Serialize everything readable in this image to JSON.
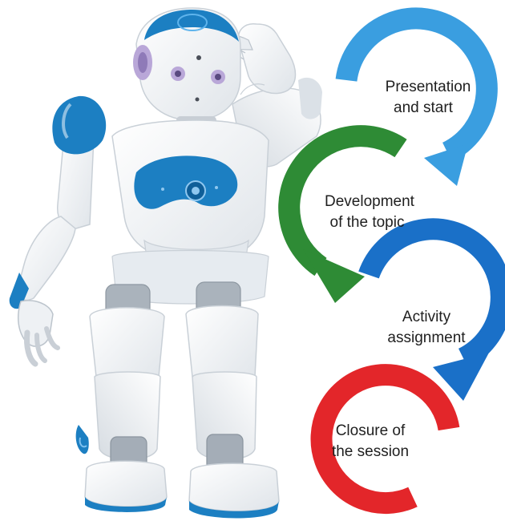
{
  "steps": [
    {
      "line1": "Presentation",
      "line2": "and start",
      "color": "#3a9ee0"
    },
    {
      "line1": "Development",
      "line2": "of the topic",
      "color": "#2e8b35"
    },
    {
      "line1": "Activity",
      "line2": "assignment",
      "color": "#1a70c8"
    },
    {
      "line1": "Closure of",
      "line2": "the session",
      "color": "#e3262a"
    }
  ],
  "robot": {
    "body_color": "#f4f6f8",
    "accent_color": "#1c7fc2",
    "eye_color": "#b9a7d8"
  }
}
